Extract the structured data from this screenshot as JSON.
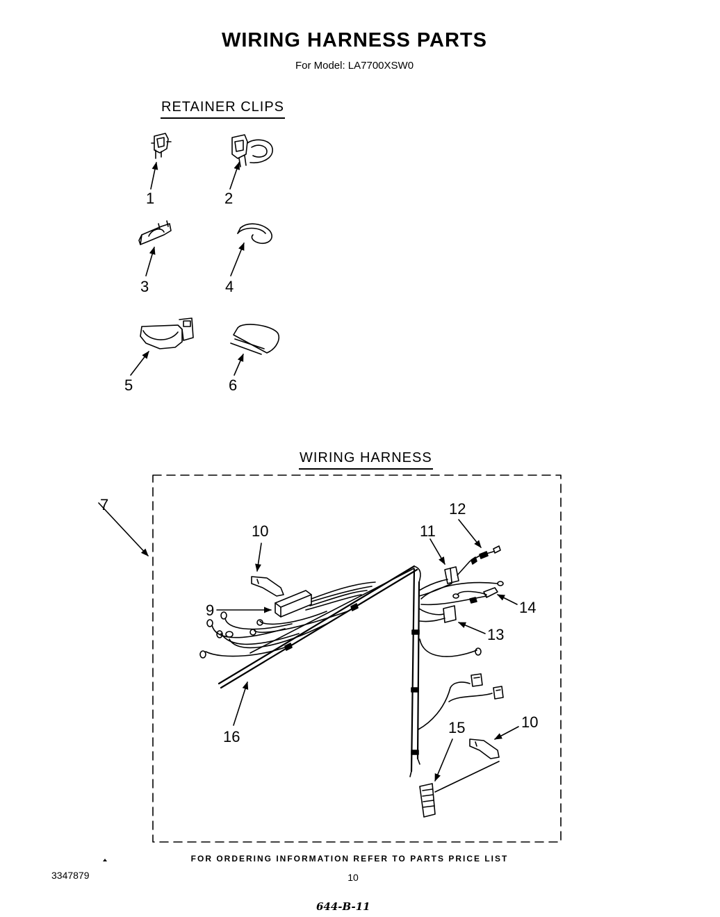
{
  "header": {
    "title": "WIRING HARNESS PARTS",
    "model": "For Model: LA7700XSW0"
  },
  "sections": {
    "retainer_clips": "RETAINER CLIPS",
    "wiring_harness": "WIRING HARNESS"
  },
  "callouts": {
    "c1": "1",
    "c2": "2",
    "c3": "3",
    "c4": "4",
    "c5": "5",
    "c6": "6",
    "c7": "7",
    "c9": "9",
    "c10a": "10",
    "c10b": "10",
    "c11": "11",
    "c12": "12",
    "c13": "13",
    "c14": "14",
    "c15": "15",
    "c16": "16"
  },
  "footer": {
    "ordering_note": "FOR ORDERING INFORMATION REFER TO PARTS PRICE LIST",
    "doc_number": "3347879",
    "page_number": "10",
    "handwritten_note": "644-B-11"
  }
}
